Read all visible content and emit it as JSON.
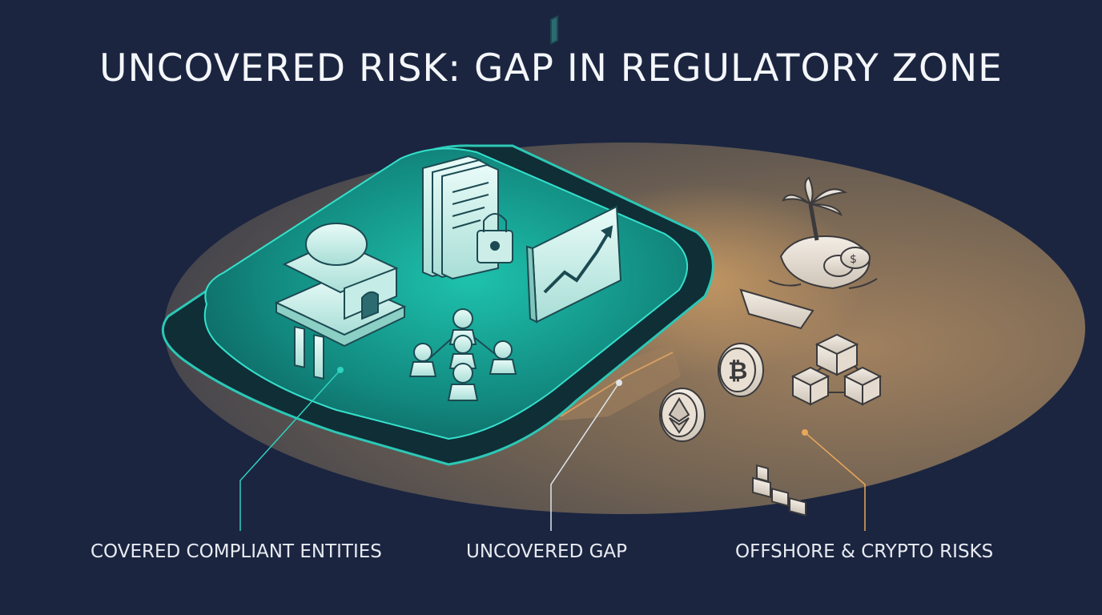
{
  "title": "UNCOVERED RISK: GAP IN REGULATORY ZONE",
  "labels": {
    "covered": "COVERED COMPLIANT ENTITIES",
    "gap": "UNCOVERED GAP",
    "offshore": "OFFSHORE & CRYPTO RISKS"
  },
  "icons": {
    "covered": [
      "bank-icon",
      "locked-documents-icon",
      "growth-chart-icon",
      "people-network-icon"
    ],
    "offshore": [
      "palm-island-icon",
      "coin-icon",
      "cargo-ship-icon",
      "bitcoin-icon",
      "ethereum-icon",
      "blockchain-cubes-icon"
    ]
  },
  "colors": {
    "background": "#1b2540",
    "covered_zone": "#1aa89a",
    "uncovered_zone": "#c9a476",
    "teal_accent": "#3fd6c4",
    "amber_accent": "#e8a352"
  }
}
